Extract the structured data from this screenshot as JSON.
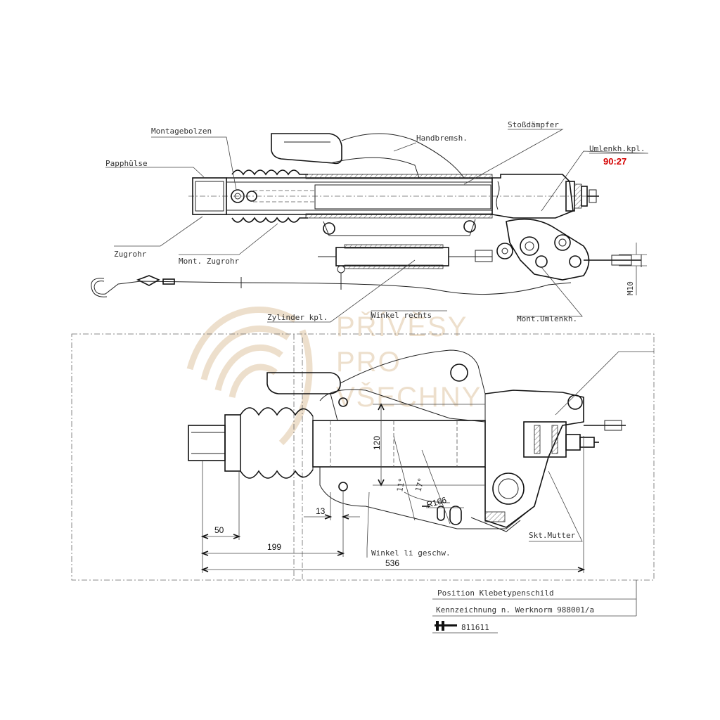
{
  "top_view_labels": {
    "montagebolzen": "Montagebolzen",
    "papphulse": "Papphülse",
    "handbremsh": "Handbremsh.",
    "stossdampfer": "Stoßdämpfer",
    "umlenkh_kpl": "Umlenkh.kpl.",
    "ratio": "90:27",
    "zugrohr": "Zugrohr",
    "mont_zugrohr": "Mont. Zugrohr",
    "zylinder_kpl": "Zylinder kpl.",
    "winkel_rechts": "Winkel rechts",
    "mont_umlenkh": "Mont.Umlenkh.",
    "m10": "M10"
  },
  "plan_view_labels": {
    "skt_mutter": "Skt.Mutter",
    "winkel_li": "Winkel li geschw."
  },
  "dimensions": {
    "d120": "120",
    "d11": "11°",
    "d17": "17°",
    "r166": "R166",
    "d13": "13",
    "d50": "50",
    "d199": "199",
    "d536": "536"
  },
  "notes": {
    "position": "Position Klebetypenschild",
    "kennzeichnung": "Kennzeichnung n. Werknorm 988001/a",
    "number": "811611"
  },
  "watermark": {
    "line1": "PŘÍVĚSY",
    "line2": "PRO",
    "line3": "VŠECHNY"
  },
  "colors": {
    "ink": "#222222",
    "highlight": "#d40000",
    "watermark": "#e8d5bc"
  }
}
